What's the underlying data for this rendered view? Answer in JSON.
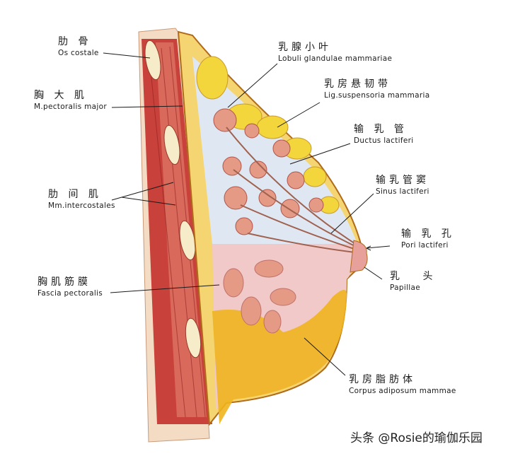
{
  "figure": {
    "subject": "Sagittal section of the female breast",
    "labels": [
      {
        "id": "os-costale",
        "zh": "肋 骨",
        "latin": "Os costale",
        "side": "left"
      },
      {
        "id": "pectoralis-major",
        "zh": "胸 大 肌",
        "latin": "M.pectoralis major",
        "side": "left"
      },
      {
        "id": "intercostales",
        "zh": "肋 间 肌",
        "latin": "Mm.intercostales",
        "side": "left"
      },
      {
        "id": "fascia-pectoralis",
        "zh": "胸肌筋膜",
        "latin": "Fascia pectoralis",
        "side": "left"
      },
      {
        "id": "lobuli",
        "zh": "乳腺小叶",
        "latin": "Lobuli glandulae mammariae",
        "side": "right"
      },
      {
        "id": "lig-suspensoria",
        "zh": "乳房悬韧带",
        "latin": "Lig.suspensoria mammaria",
        "side": "right"
      },
      {
        "id": "ductus-lactiferi",
        "zh": "输 乳 管",
        "latin": "Ductus lactiferi",
        "side": "right"
      },
      {
        "id": "sinus-lactiferi",
        "zh": "输乳管窦",
        "latin": "Sinus lactiferi",
        "side": "right"
      },
      {
        "id": "pori-lactiferi",
        "zh": "输 乳 孔",
        "latin": "Pori lactiferi",
        "side": "right"
      },
      {
        "id": "papillae",
        "zh": "乳 头",
        "latin": "Papillae",
        "side": "right"
      },
      {
        "id": "corpus-adiposum",
        "zh": "乳房脂肪体",
        "latin": "Corpus adiposum mammae",
        "side": "right"
      }
    ],
    "colors": {
      "muscle": "#c8413a",
      "muscle_light": "#e07a68",
      "fat_yellow": "#f2d63c",
      "fat_orange": "#f0b41e",
      "gland_bg": "#dfe8f2",
      "lobule": "#e59a86",
      "stroma_pink": "#f0c9c8",
      "skin": "#f5d9a8",
      "outline": "#b06a1a"
    }
  },
  "watermark": "头条 @Rosie的瑜伽乐园"
}
